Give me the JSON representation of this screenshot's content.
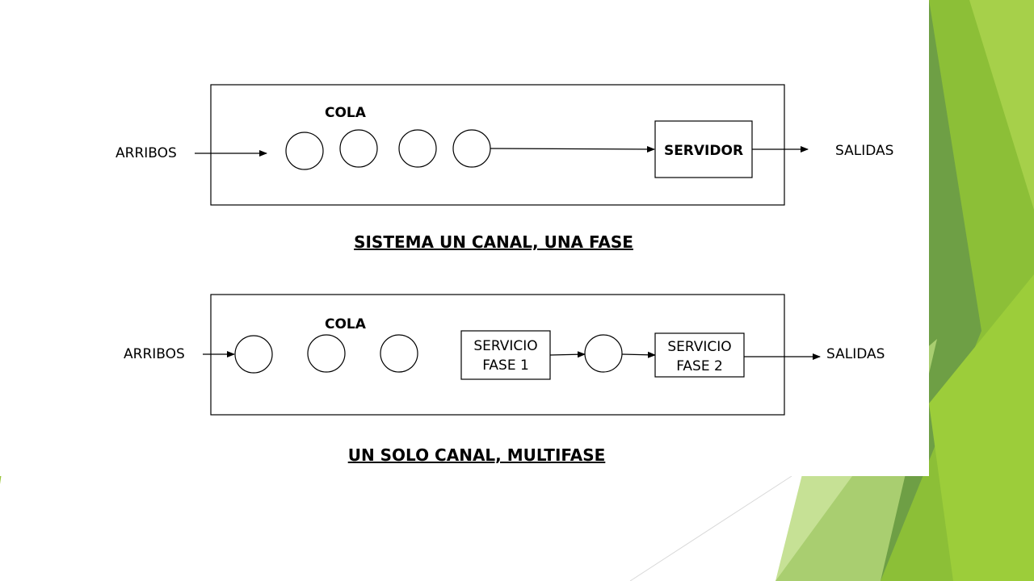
{
  "slide": {
    "colors": {
      "background": "#ffffff",
      "green_light": "#9bc53d",
      "green_mid": "#7cb342",
      "green_dark": "#5e9431",
      "green_pale": "#c8e29a",
      "line": "#000000"
    }
  },
  "diagram_1": {
    "queue_label": "COLA",
    "input_label": "ARRIBOS",
    "server_label": "SERVIDOR",
    "output_label": "SALIDAS",
    "caption": "SISTEMA UN CANAL, UNA FASE",
    "queue_count": 4
  },
  "diagram_2": {
    "queue_label": "COLA",
    "input_label": "ARRIBOS",
    "service_1_line1": "SERVICIO",
    "service_1_line2": "FASE 1",
    "service_2_line1": "SERVICIO",
    "service_2_line2": "FASE 2",
    "output_label": "SALIDAS",
    "caption": "UN SOLO CANAL, MULTIFASE",
    "queue_count": 3
  }
}
